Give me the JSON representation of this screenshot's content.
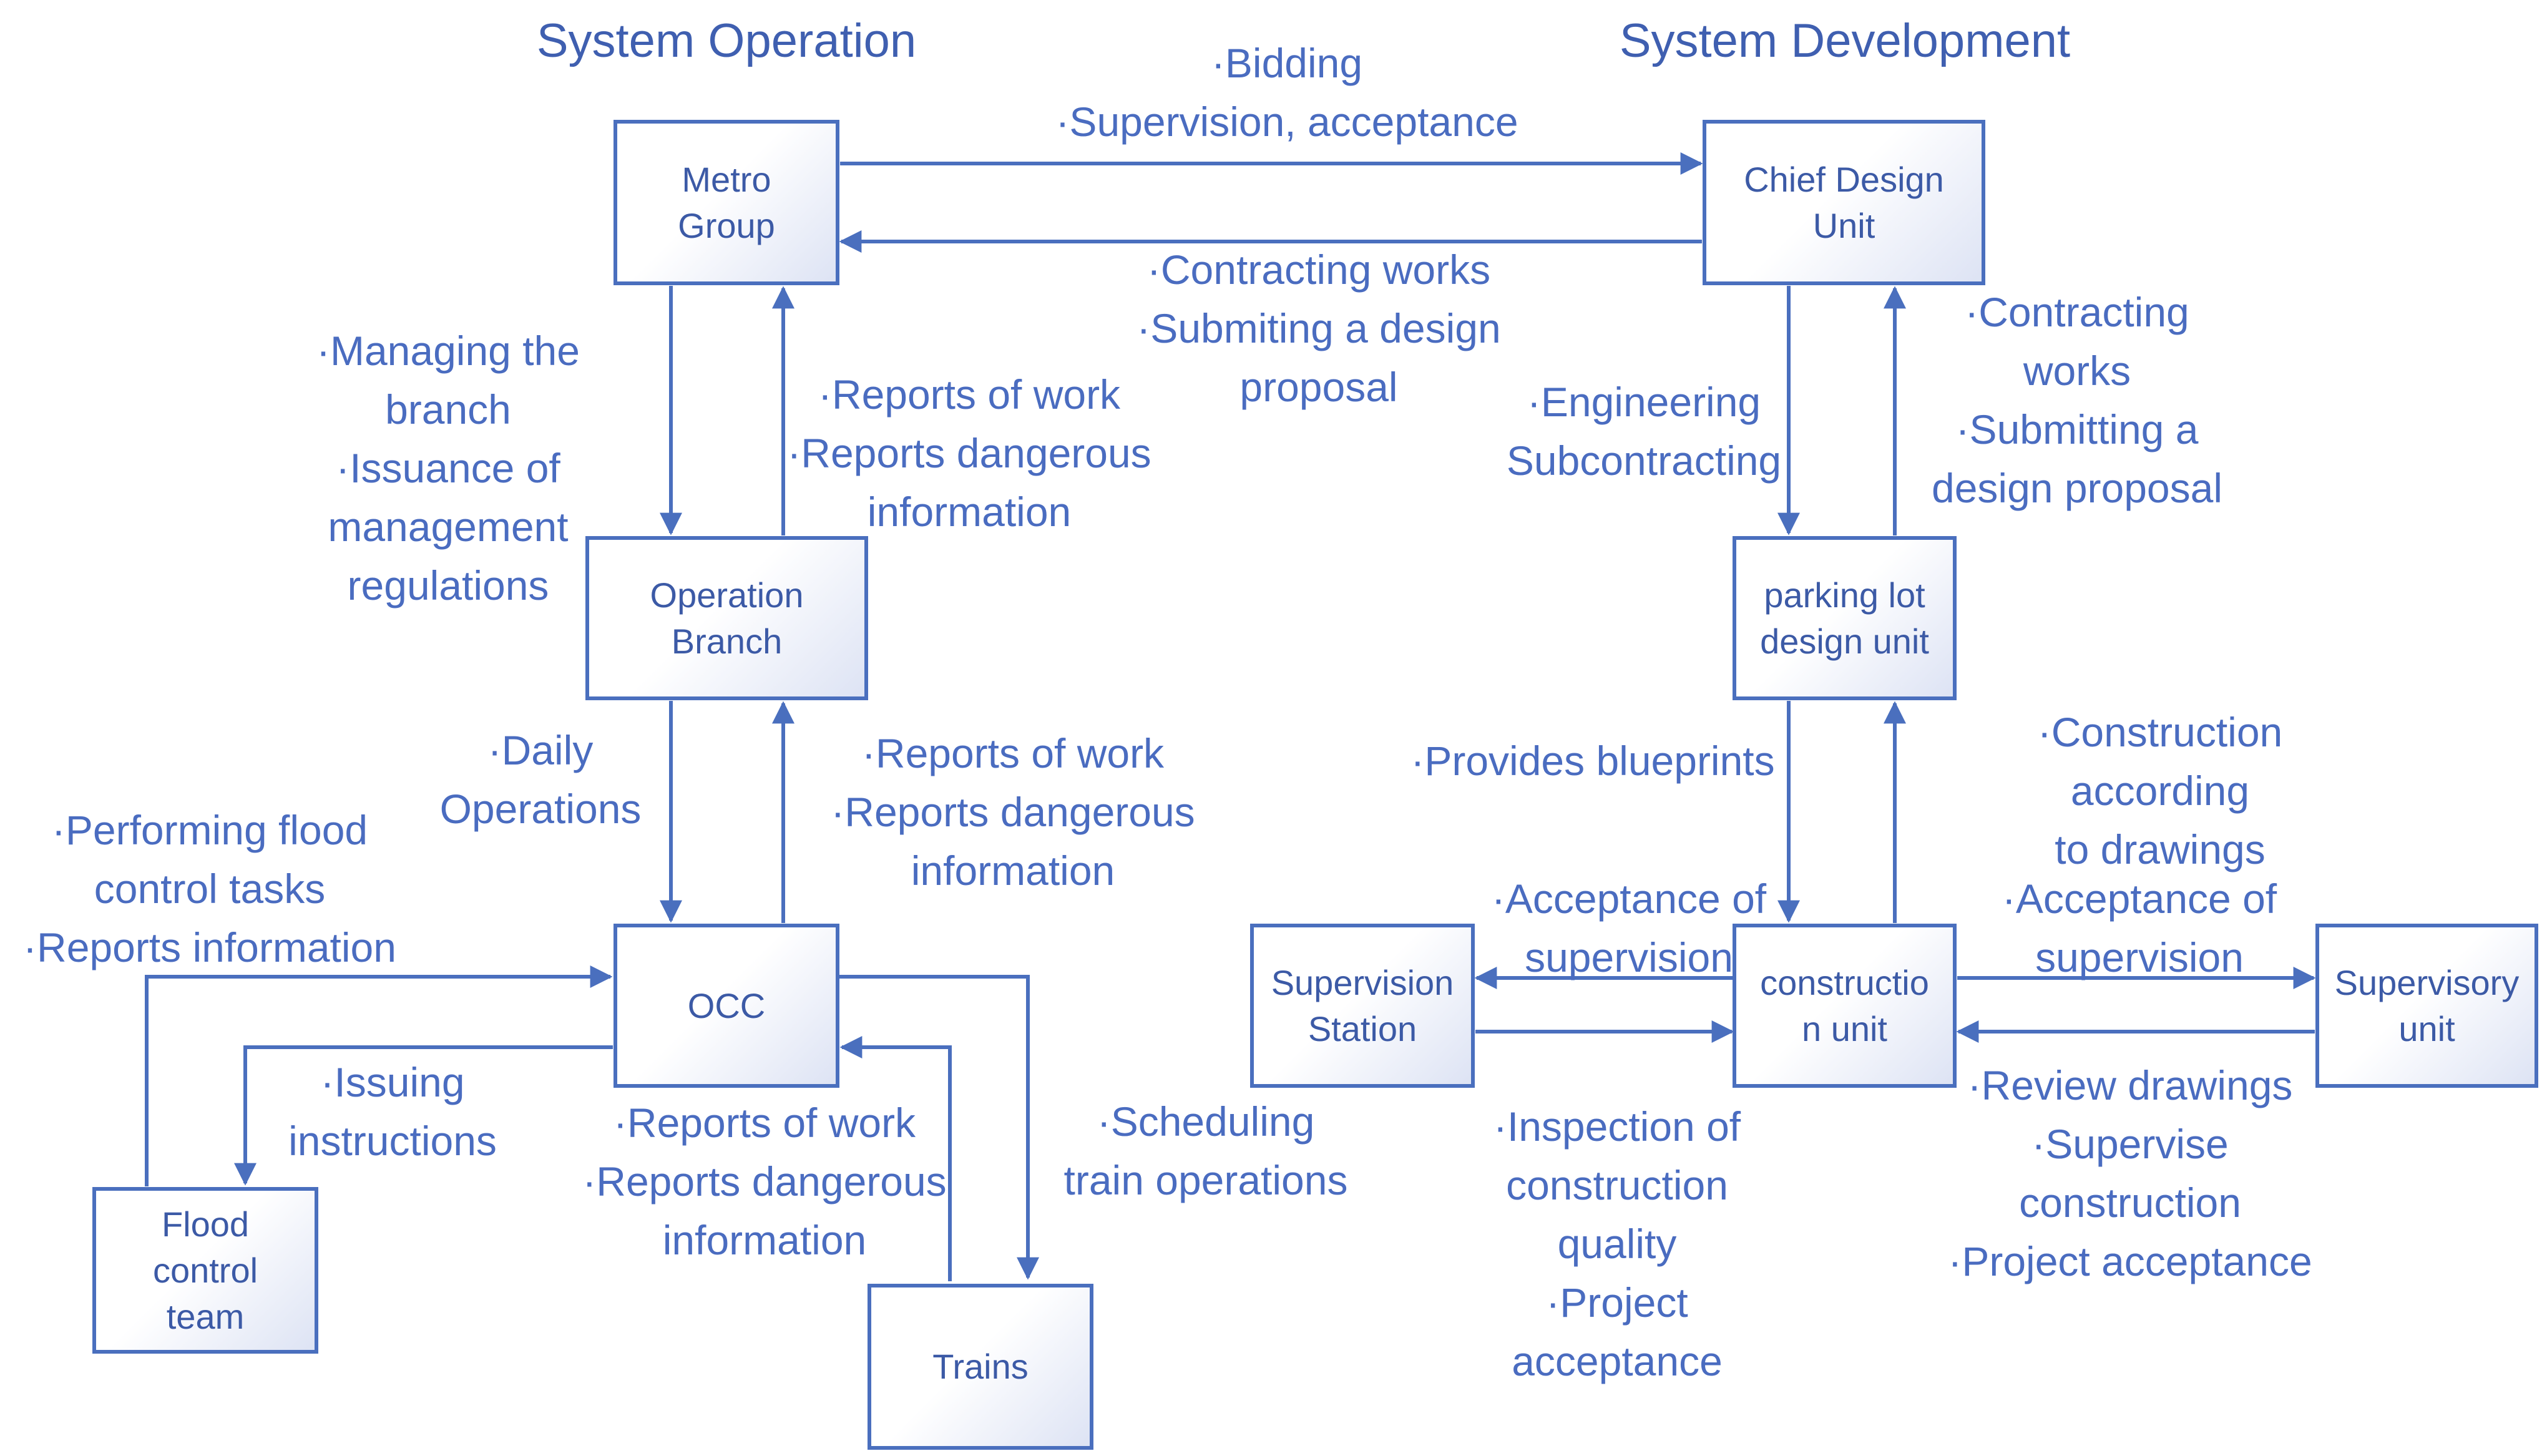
{
  "headings": {
    "operation": "System Operation",
    "development": "System Development"
  },
  "nodes": {
    "metro_group": "Metro\nGroup",
    "operation_branch": "Operation\nBranch",
    "occ": "OCC",
    "flood_team": "Flood\ncontrol\nteam",
    "trains": "Trains",
    "chief_design": "Chief Design\nUnit",
    "parking_design": "parking lot\ndesign unit",
    "construction": "constructio\nn unit",
    "supervision_station": "Supervision\nStation",
    "supervisory_unit": "Supervisory\nunit"
  },
  "labels": {
    "bidding": "·Bidding\n·Supervision, acceptance",
    "contracting_works_top": "·Contracting works\n·Submiting a design\nproposal",
    "managing_branch": "·Managing the\nbranch\n·Issuance of\nmanagement\nregulations",
    "reports_branch_up": "·Reports of work\n·Reports dangerous\ninformation",
    "daily_operations": "·Daily\nOperations",
    "reports_occ_up": "·Reports of work\n·Reports dangerous\ninformation",
    "flood_tasks": "·Performing flood\ncontrol tasks\n·Reports information",
    "issuing_instructions": "·Issuing\ninstructions",
    "reports_trains": "·Reports of work\n·Reports dangerous\ninformation",
    "scheduling": "·Scheduling\ntrain operations",
    "engineering_sub": "·Engineering\nSubcontracting",
    "contracting_works_right": "·Contracting\nworks\n·Submitting a\ndesign proposal",
    "provides_blueprints": "·Provides blueprints",
    "construction_drawings": "·Construction according\nto drawings",
    "acceptance_left": "·Acceptance of\nsupervision",
    "acceptance_right": "·Acceptance of\nsupervision",
    "inspection": "·Inspection of\nconstruction\nquality\n·Project\nacceptance",
    "review": "·Review drawings\n·Supervise\nconstruction\n·Project acceptance"
  },
  "colors": {
    "line": "#4a6fbe",
    "text": "#4a6cc0",
    "box_gradient_end": "#dde3f4"
  }
}
